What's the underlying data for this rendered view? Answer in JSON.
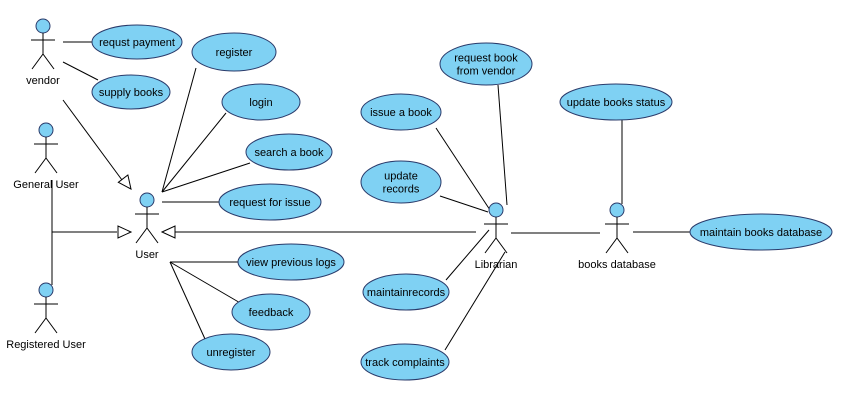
{
  "colors": {
    "usecase_fill": "#7fd1f3",
    "usecase_stroke": "#2a3a6a",
    "line": "#000000",
    "background": "#ffffff"
  },
  "actors": {
    "vendor": "vendor",
    "general_user": "General User",
    "registered_user": "Registered User",
    "user": "User",
    "librarian": "Librarian",
    "books_database": "books database"
  },
  "usecases": {
    "request_payment": [
      "requst payment"
    ],
    "supply_books": [
      "supply books"
    ],
    "register": [
      "register"
    ],
    "login": [
      "login"
    ],
    "search_book": [
      "search a book"
    ],
    "request_issue": [
      "request for issue"
    ],
    "view_logs": [
      "view previous logs"
    ],
    "feedback": [
      "feedback"
    ],
    "unregister": [
      "unregister"
    ],
    "request_book_vendor": [
      "request book",
      "from vendor"
    ],
    "issue_book": [
      "issue a book"
    ],
    "update_records": [
      "update",
      "records"
    ],
    "maintain_records": [
      "maintainrecords"
    ],
    "track_complaints": [
      "track complaints"
    ],
    "update_books_status": [
      "update books status"
    ],
    "maintain_books_database": [
      "maintain books database"
    ]
  }
}
